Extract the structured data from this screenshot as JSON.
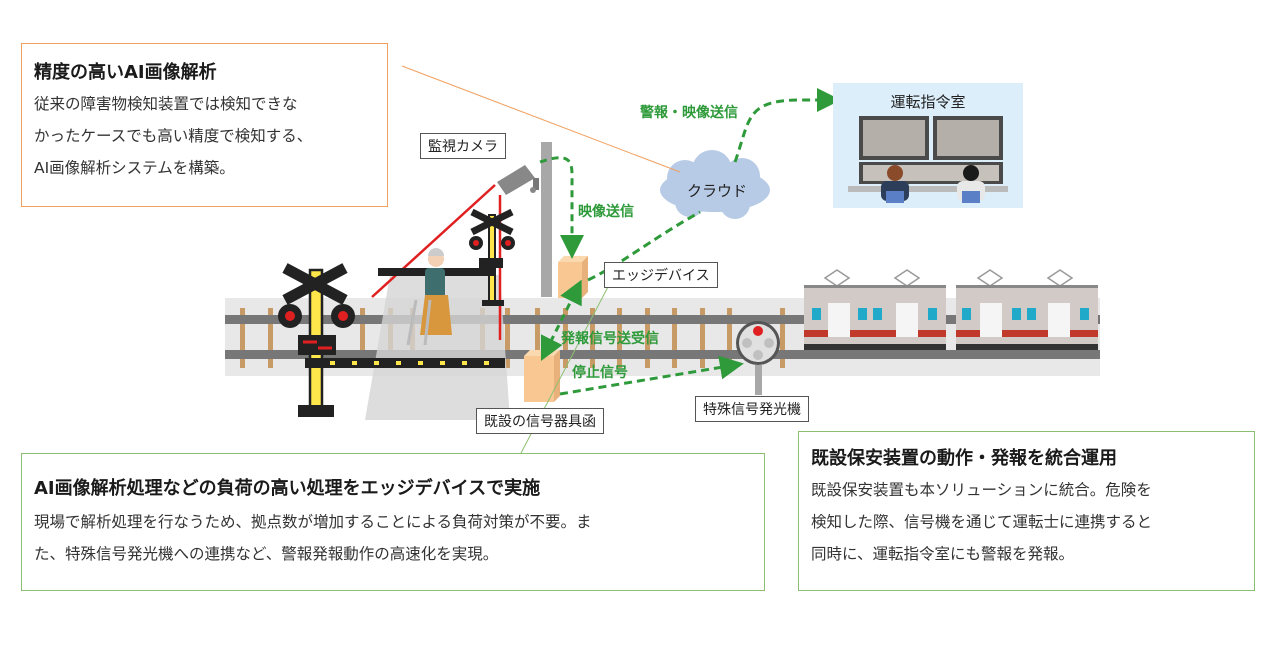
{
  "callouts": {
    "ai": {
      "title": "精度の高いAI画像解析",
      "lines": [
        "従来の障害物検知装置では検知できな",
        "かったケースでも高い精度で検知する、",
        "AI画像解析システムを構築。"
      ]
    },
    "edge": {
      "title": "AI画像解析処理などの負荷の高い処理をエッジデバイスで実施",
      "lines": [
        "現場で解析処理を行なうため、拠点数が増加することによる負荷対策が不要。ま",
        "た、特殊信号発光機への連携など、警報発報動作の高速化を実現。"
      ]
    },
    "integrate": {
      "title": "既設保安装置の動作・発報を統合運用",
      "lines": [
        "既設保安装置も本ソリューションに統合。危険を",
        "検知した際、信号機を通じて運転士に連携すると",
        "同時に、運転指令室にも警報を発報。"
      ]
    }
  },
  "labels": {
    "camera": "監視カメラ",
    "cloud": "クラウド",
    "control_room": "運転指令室",
    "edge_device": "エッジデバイス",
    "signal_box": "既設の信号器具函",
    "special_signal": "特殊信号発光機"
  },
  "flows": {
    "alert_video": "警報・映像送信",
    "video": "映像送信",
    "alarm_signal": "発報信号送受信",
    "stop_signal": "停止信号"
  },
  "colors": {
    "flow_green": "#2e9a3a",
    "orange_border": "#f0a060",
    "green_border": "#8cc070",
    "cloud": "#b7cbe6",
    "room_bg": "#dceefa",
    "detection_red": "#e02020"
  }
}
